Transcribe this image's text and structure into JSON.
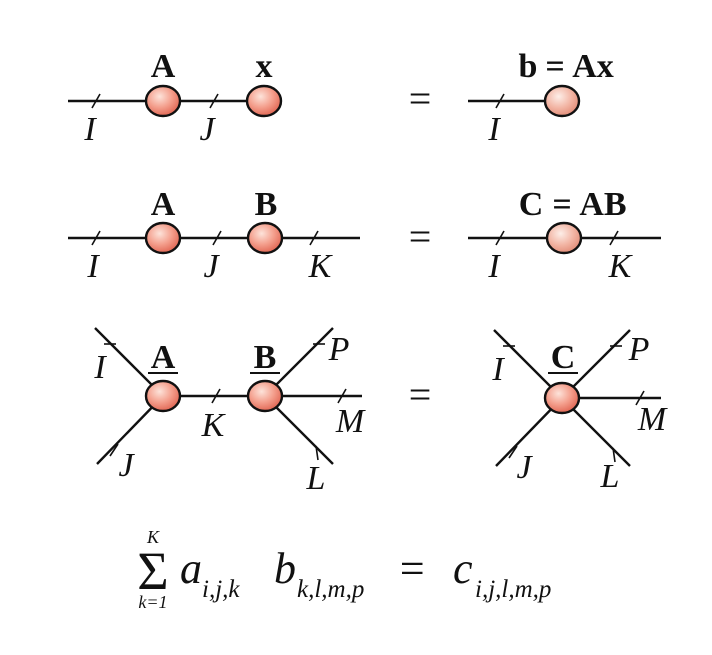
{
  "row1": {
    "left_nodes": [
      "A",
      "x"
    ],
    "left_indices": [
      "I",
      "J"
    ],
    "equals": "=",
    "right_title_lhs": "b",
    "right_title_eq": "=",
    "right_title_rhs": "Ax",
    "right_indices": [
      "I"
    ]
  },
  "row2": {
    "left_nodes": [
      "A",
      "B"
    ],
    "left_indices": [
      "I",
      "J",
      "K"
    ],
    "equals": "=",
    "right_title_lhs": "C",
    "right_title_eq": "=",
    "right_title_rhs": "AB",
    "right_indices": [
      "I",
      "K"
    ]
  },
  "row3": {
    "left_nodes": [
      "A",
      "B"
    ],
    "left_indices": [
      "I",
      "J",
      "K",
      "P",
      "M",
      "L"
    ],
    "equals": "=",
    "right_node": "C",
    "right_indices": [
      "I",
      "J",
      "P",
      "M",
      "L"
    ]
  },
  "formula": {
    "sigma": "Σ",
    "upper": "K",
    "lower": "k=1",
    "a": "a",
    "a_sub": "i,j,k",
    "b": "b",
    "b_sub": "k,l,m,p",
    "equals": "=",
    "c": "c",
    "c_sub": "i,j,l,m,p"
  },
  "colors": {
    "node_center": "#fbd3c6",
    "node_edge": "#e8705e",
    "line": "#111111"
  }
}
